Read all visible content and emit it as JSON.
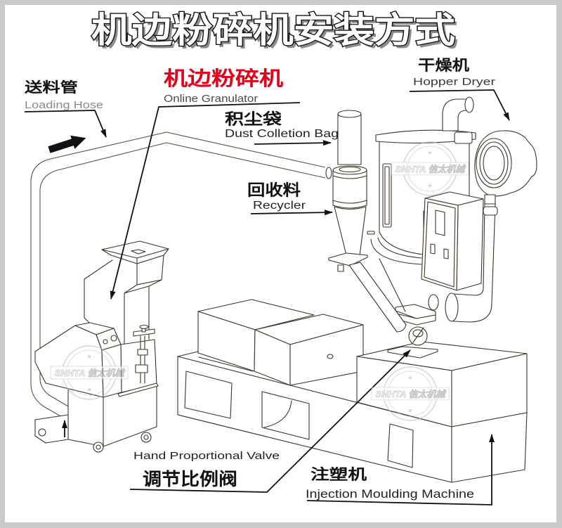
{
  "title": "机边粉碎机安装方式",
  "labels": {
    "loading_hose": {
      "zh": "送料管",
      "en": "Loading Hose"
    },
    "online_granulator": {
      "zh": "机边粉碎机",
      "en": "Online Granulator"
    },
    "dust_collection_bag": {
      "zh": "积尘袋",
      "en": "Dust Colletion Bag"
    },
    "recycler": {
      "zh": "回收料",
      "en": "Recycler"
    },
    "hopper_dryer": {
      "zh": "干燥机",
      "en": "Hopper Dryer"
    },
    "hand_proportional_valve": {
      "zh": "调节比例阀",
      "en": "Hand Proportional Valve"
    },
    "injection_moulding_machine": {
      "zh": "注塑机",
      "en": "Injection Moulding Machine"
    }
  },
  "watermark": {
    "brand": "SNHTA",
    "company": "信太机械",
    "star": "★"
  },
  "colors": {
    "highlight_label": "#e3001b",
    "line_art": "#3d3426",
    "frame": "#c9c9c9",
    "background": "#ffffff"
  }
}
